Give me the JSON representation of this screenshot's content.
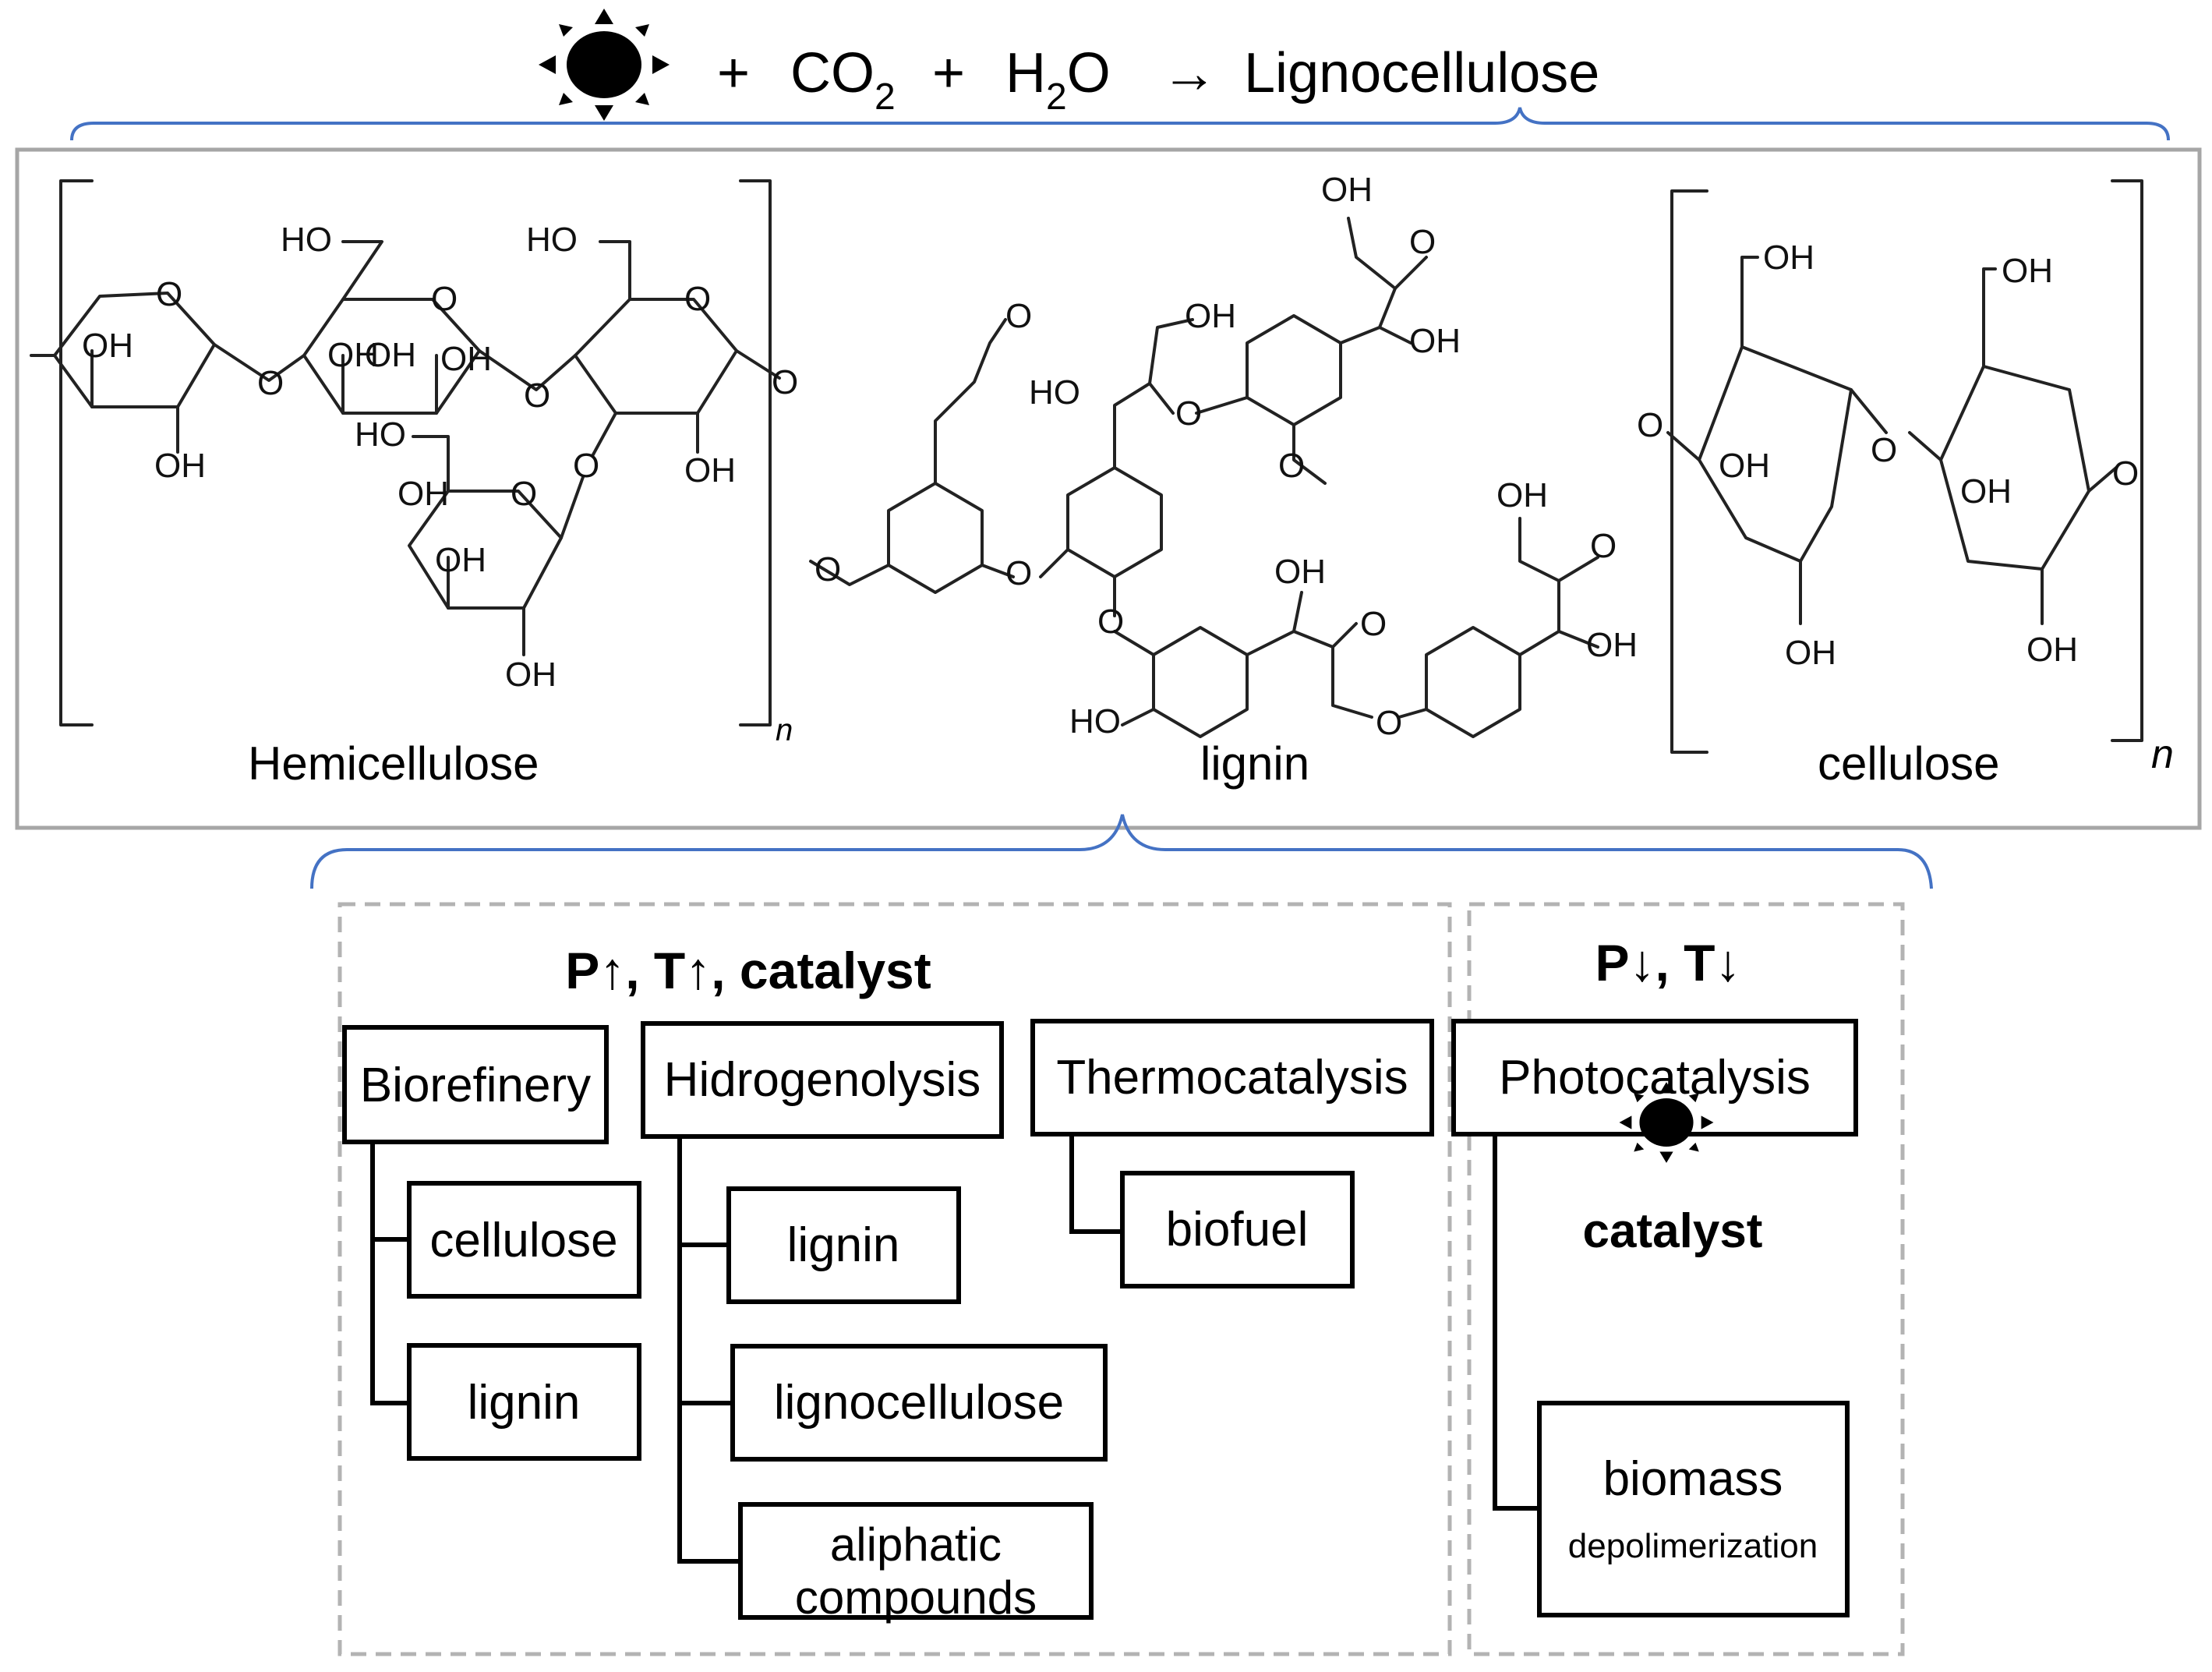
{
  "equation": {
    "sun_icon": "sun-icon",
    "plus1": "+",
    "co2_base": "CO",
    "co2_sub": "2",
    "plus2": "+",
    "h2o_h": "H",
    "h2o_sub": "2",
    "h2o_o": "O",
    "arrow": "→",
    "product": "Lignocellulose"
  },
  "structures": {
    "hemicellulose": {
      "name": "Hemicellulose",
      "repeat": "n",
      "atoms": [
        "O",
        "O",
        "O",
        "O",
        "O",
        "O",
        "O",
        "O",
        "HO",
        "HO",
        "HO",
        "OH",
        "OH",
        "OH",
        "OH",
        "OH",
        "OH",
        "OH",
        "OH",
        "OH"
      ]
    },
    "lignin": {
      "name": "lignin",
      "atoms": [
        "O",
        "O",
        "O",
        "O",
        "O",
        "O",
        "O",
        "O",
        "O",
        "O",
        "OH",
        "OH",
        "OH",
        "OH",
        "OH",
        "OH",
        "HO",
        "HO"
      ]
    },
    "cellulose": {
      "name": "cellulose",
      "repeat": "n",
      "atoms": [
        "OH",
        "OH",
        "OH",
        "OH",
        "OH",
        "OH",
        "O",
        "O",
        "O"
      ]
    }
  },
  "left_group": {
    "conditions": "P↑, T↑, catalyst",
    "columns": [
      {
        "title": "Biorefinery",
        "children": [
          "cellulose",
          "lignin"
        ]
      },
      {
        "title": "Hidrogenolysis",
        "children": [
          "lignin",
          "lignocellulose",
          "aliphatic compounds"
        ]
      },
      {
        "title": "Thermocatalysis",
        "children": [
          "biofuel"
        ]
      }
    ]
  },
  "right_group": {
    "conditions": "P↓, T↓",
    "title": "Photocatalysis",
    "sun_icon": "sun-icon",
    "catalyst_label": "catalyst",
    "child_main": "biomass",
    "child_sub": "depolimerization"
  },
  "colors": {
    "brace": "#4472c4",
    "frame": "#a6a6a6",
    "dashed_frame": "#b3b3b3",
    "box_border": "#000000"
  }
}
